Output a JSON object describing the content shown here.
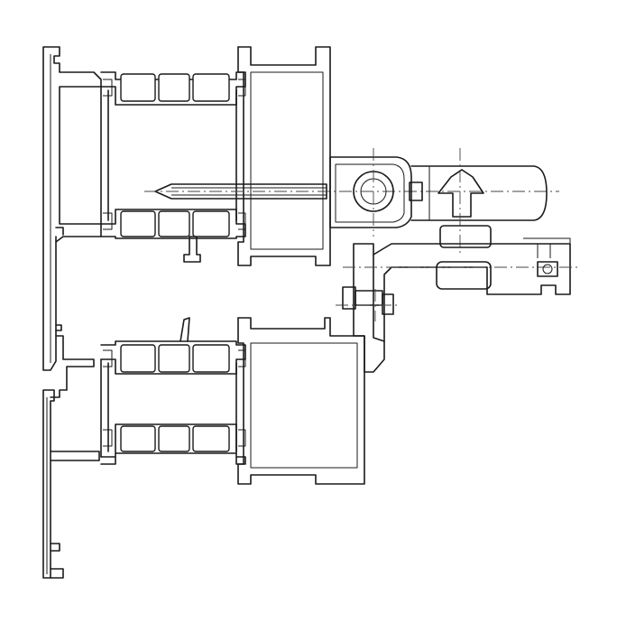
{
  "figure": {
    "type": "technical cross-section drawing",
    "printed_text": [],
    "colors": {
      "line": "#1a1a1a",
      "centerline": "#444444",
      "background": "#ffffff"
    },
    "components": [
      "outer-frame-profile",
      "upper-sash-profile",
      "lower-sash-profile",
      "thermal-break-strips",
      "fixing-screw",
      "hinge-assembly",
      "hinge-bracket",
      "bolt"
    ]
  }
}
